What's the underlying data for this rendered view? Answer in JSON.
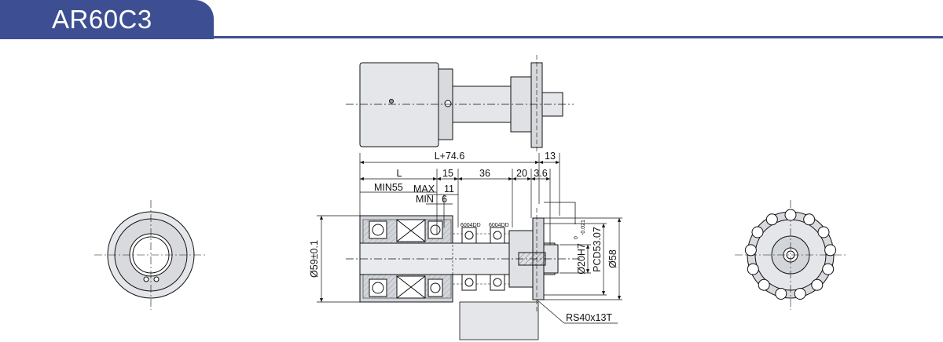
{
  "header": {
    "model": "AR60C3"
  },
  "colors": {
    "accent": "#3d4f92",
    "body_fill": "#e4e6ea",
    "section_fill": "#d2d5da",
    "line": "#111111"
  },
  "dimensions": {
    "overall_length": "L+74.6",
    "right_offset": "13",
    "length": "L",
    "d15": "15",
    "d36": "36",
    "d20": "20",
    "d36b": "3.6",
    "min_length": "MIN55",
    "max_label": "MAX",
    "max_value": "11",
    "min_label": "MIN",
    "min_value": "6",
    "bearing_1": "6004DD",
    "bearing_2": "6004DD",
    "bore": "Ø20H7",
    "bore_tol_upper": "0",
    "bore_tol_lower": "-0.021",
    "pcd": "PCD53.07",
    "outer_dia": "Ø58",
    "body_dia": "Ø59±0.1",
    "sprocket": "RS40x13T"
  }
}
